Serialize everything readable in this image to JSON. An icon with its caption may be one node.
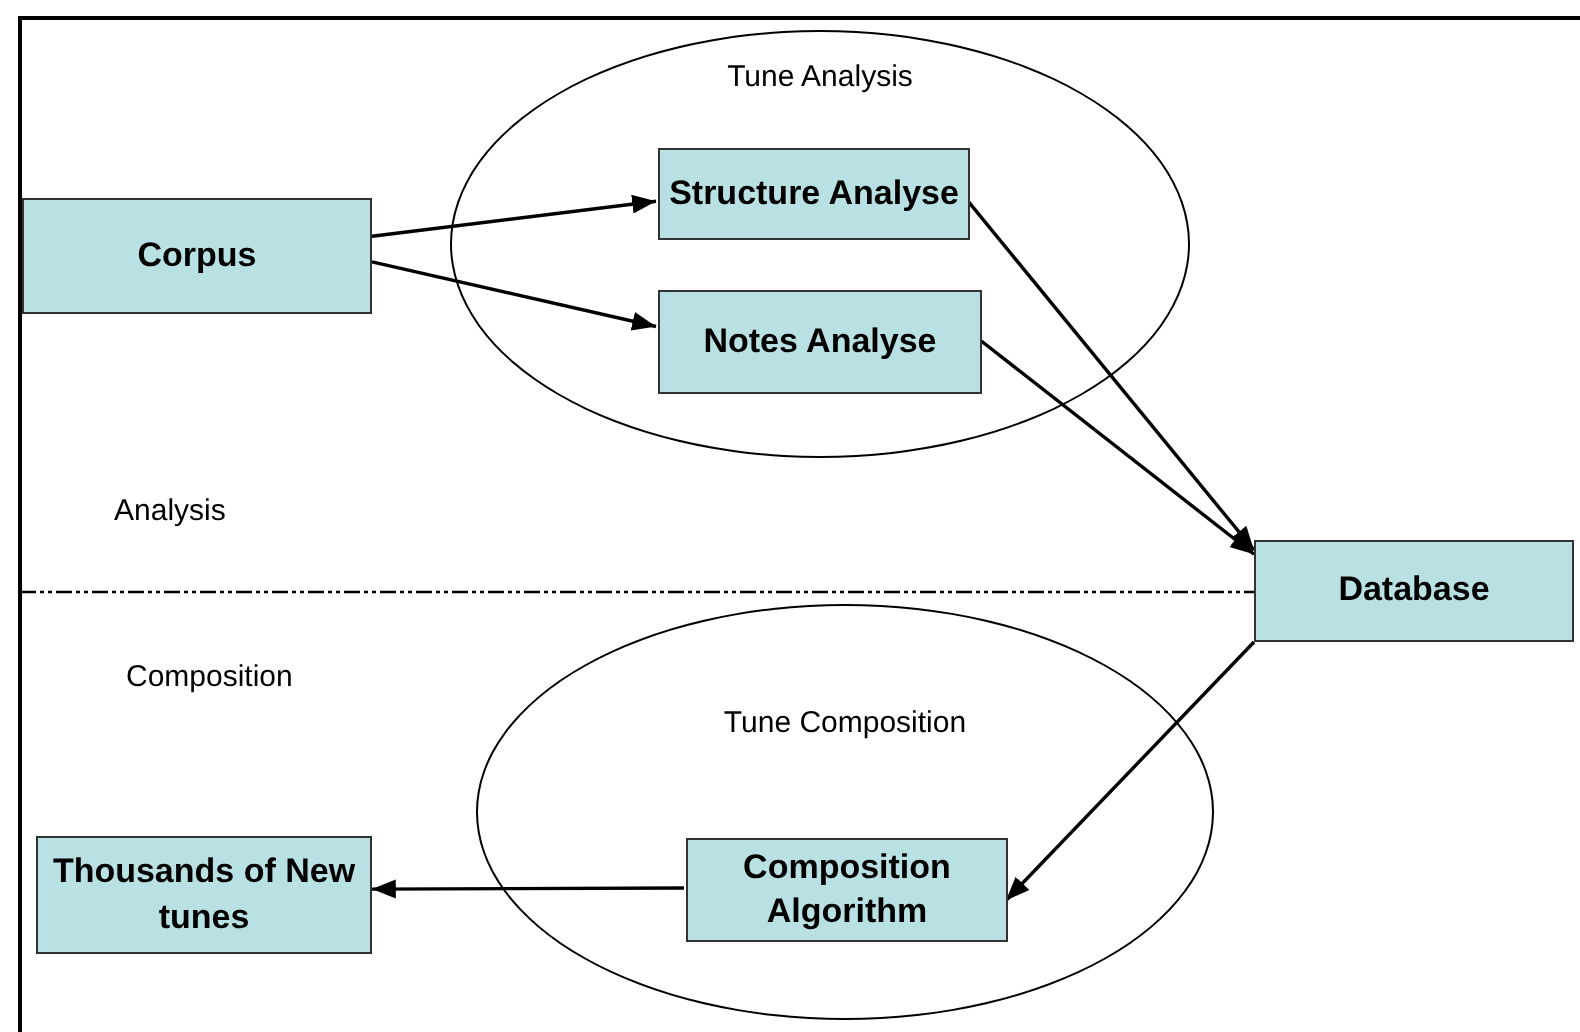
{
  "diagram": {
    "nodes": [
      {
        "text": [
          "Tune Analysis"
        ]
      },
      {
        "text": [
          "Corpus"
        ]
      },
      {
        "text": [
          "Structure Analyse"
        ],
        "in": 0
      },
      {
        "text": [
          "Notes Analyse"
        ],
        "in": 0
      },
      {
        "text": [
          "Database"
        ]
      },
      {
        "text": [
          "Tune Composition"
        ]
      },
      {
        "text": [
          "Composition Algorithm"
        ],
        "in": 5
      },
      {
        "text": [
          "Thousands of New tunes"
        ]
      }
    ],
    "edges": [
      {
        "from": 1,
        "to": 2,
        "arrow": "to"
      },
      {
        "from": 1,
        "to": 3,
        "arrow": "to"
      },
      {
        "from": 2,
        "to": 4,
        "arrow": "to"
      },
      {
        "from": 3,
        "to": 4,
        "arrow": "to"
      },
      {
        "from": 4,
        "to": 6,
        "arrow": "to"
      },
      {
        "from": 6,
        "to": 7,
        "arrow": "to"
      }
    ],
    "labels": [
      "Analysis",
      "Composition"
    ]
  }
}
